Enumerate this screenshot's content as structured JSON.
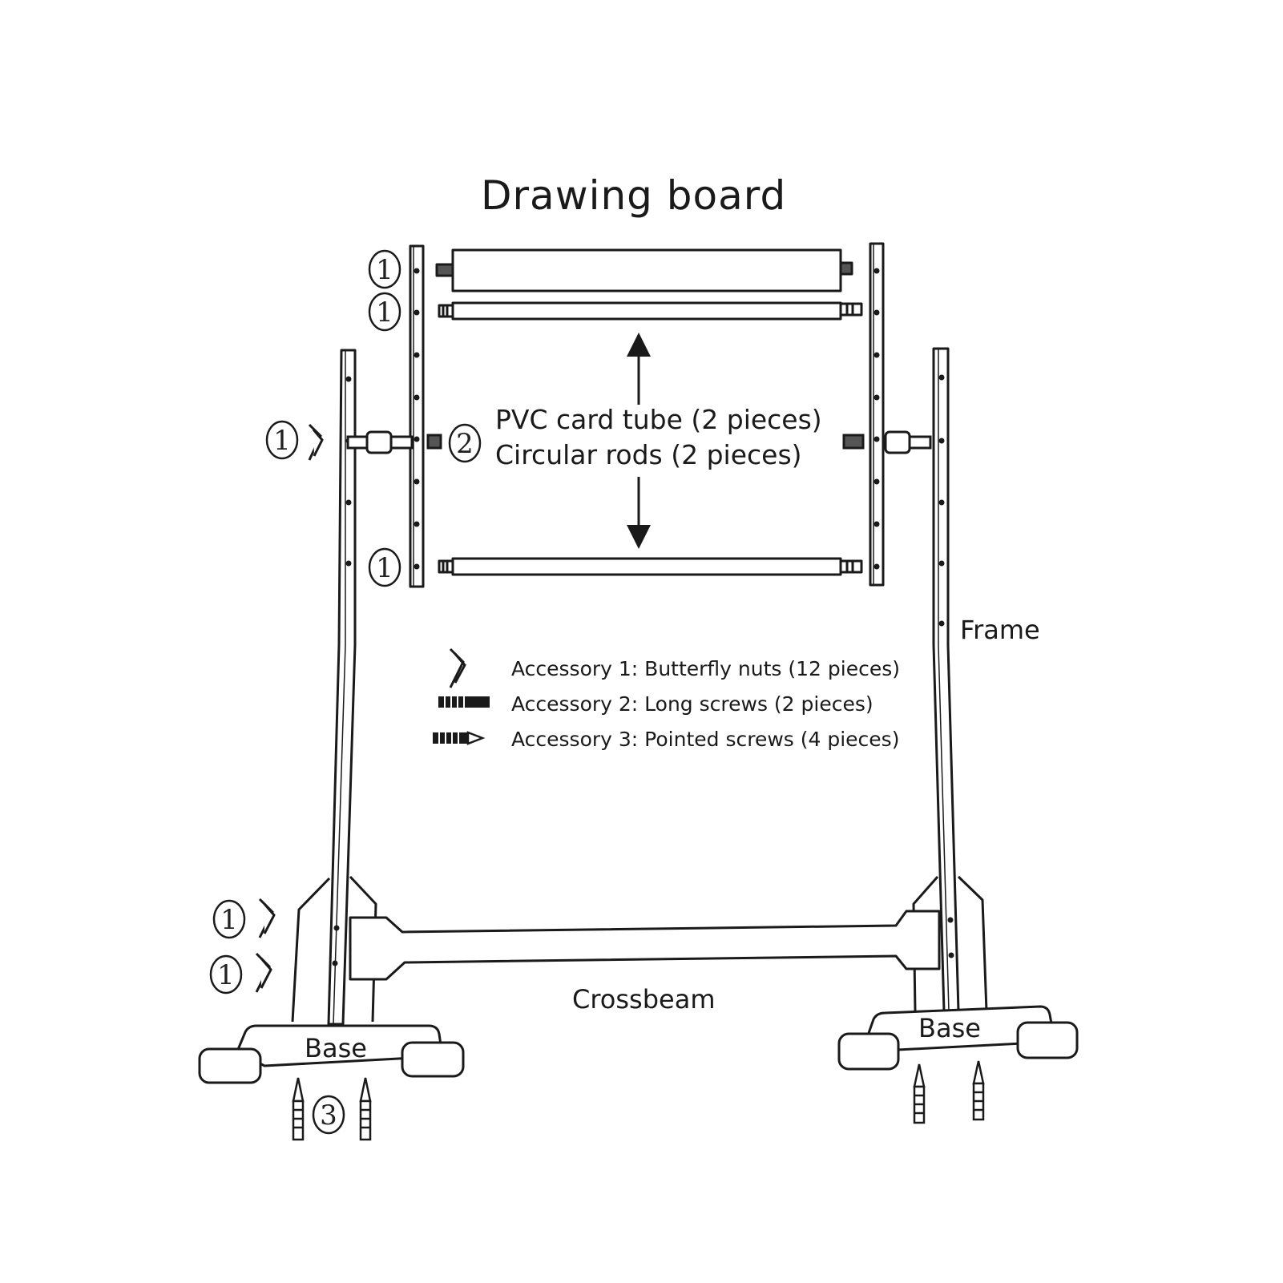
{
  "title": "Drawing board",
  "callouts": {
    "tubes_line1": "PVC card tube (2 pieces)",
    "tubes_line2": "Circular rods (2 pieces)",
    "frame": "Frame",
    "crossbeam": "Crossbeam",
    "base_left": "Base",
    "base_right": "Base"
  },
  "accessories": [
    {
      "label": "Accessory 1: Butterfly nuts (12 pieces)",
      "icon": "butterfly-nut-icon"
    },
    {
      "label": "Accessory 2: Long screws (2 pieces)",
      "icon": "long-screw-icon"
    },
    {
      "label": "Accessory 3: Pointed screws (4 pieces)",
      "icon": "pointed-screw-icon"
    }
  ],
  "part_numbers": {
    "one": "1",
    "two": "2",
    "three": "3"
  },
  "colors": {
    "line": "#1a1a1a",
    "background": "#ffffff"
  }
}
